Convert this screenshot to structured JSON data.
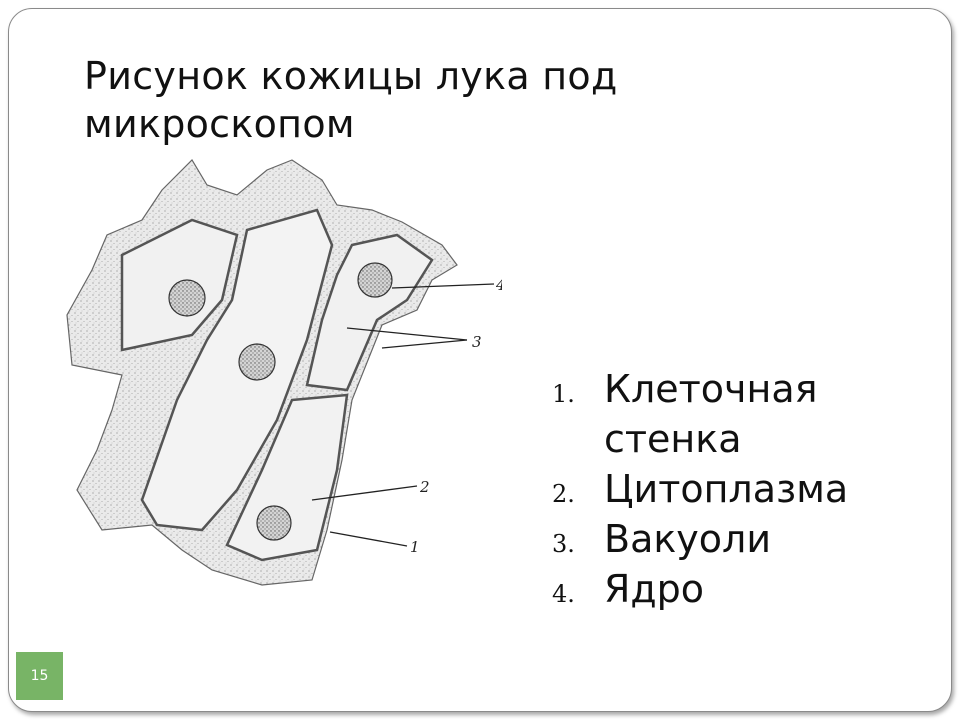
{
  "slide": {
    "title": "Рисунок кожицы лука под микроскопом",
    "number": "15"
  },
  "figure": {
    "callouts": [
      "4",
      "3",
      "2",
      "1"
    ]
  },
  "legend": {
    "items": [
      {
        "num": "1.",
        "text": "Клеточная стенка"
      },
      {
        "num": "2.",
        "text": "Цитоплазма"
      },
      {
        "num": "3.",
        "text": "Вакуоли"
      },
      {
        "num": "4.",
        "text": "Ядро"
      }
    ]
  },
  "colors": {
    "slide_number_bg": "#78b466",
    "frame_border": "#8a8a8a"
  }
}
